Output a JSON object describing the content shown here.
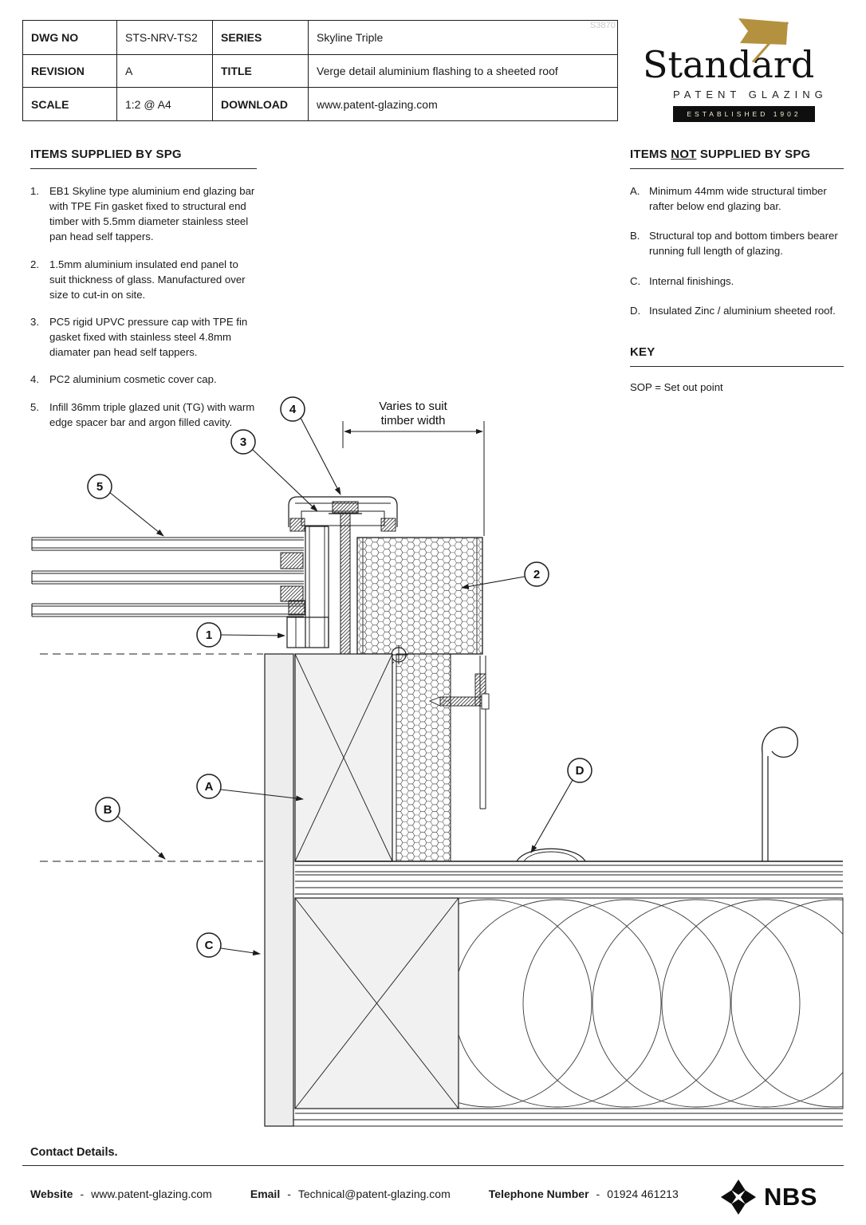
{
  "meta": {
    "sheet_code": "S3870"
  },
  "colors": {
    "brand_gold": "#b3913f",
    "line": "#1c1c1c"
  },
  "title_block": {
    "rows": [
      {
        "label1": "DWG NO",
        "value1": "STS-NRV-TS2",
        "label2": "SERIES",
        "value2": "Skyline Triple"
      },
      {
        "label1": "REVISION",
        "value1": "A",
        "label2": "TITLE",
        "value2": "Verge detail aluminium flashing to a sheeted roof"
      },
      {
        "label1": "SCALE",
        "value1": "1:2 @ A4",
        "label2": "DOWNLOAD",
        "value2": "www.patent-glazing.com"
      }
    ]
  },
  "logo": {
    "name": "Standard",
    "subtitle": "PATENT GLAZING",
    "established": "ESTABLISHED 1902"
  },
  "supplied": {
    "heading": "ITEMS SUPPLIED BY SPG",
    "items": [
      {
        "num": "1.",
        "text": "EB1 Skyline type aluminium end glazing bar with TPE Fin gasket fixed to structural end timber with 5.5mm diameter stainless steel pan head self tappers."
      },
      {
        "num": "2.",
        "text": "1.5mm aluminium insulated end panel to suit thickness of glass. Manufactured over size to cut-in on site."
      },
      {
        "num": "3.",
        "text": "PC5 rigid UPVC pressure cap with TPE fin gasket fixed with stainless steel 4.8mm diamater pan head self tappers."
      },
      {
        "num": "4.",
        "text": "PC2 aluminium cosmetic cover cap."
      },
      {
        "num": "5.",
        "text": "Infill 36mm triple glazed unit (TG) with warm edge spacer bar and argon filled cavity."
      }
    ]
  },
  "not_supplied": {
    "heading_pre": "ITEMS ",
    "heading_not": "NOT",
    "heading_post": " SUPPLIED BY SPG",
    "items": [
      {
        "num": "A.",
        "text": "Minimum 44mm wide structural timber rafter below end glazing bar."
      },
      {
        "num": "B.",
        "text": "Structural top and bottom timbers bearer running full length of glazing."
      },
      {
        "num": "C.",
        "text": "Internal finishings."
      },
      {
        "num": "D.",
        "text": "Insulated Zinc / aluminium sheeted roof."
      }
    ]
  },
  "key": {
    "heading": "KEY",
    "entry": "SOP = Set out point"
  },
  "drawing": {
    "dim_line1": "Varies to suit",
    "dim_line2": "timber width",
    "sop": "SOP",
    "callouts": [
      {
        "id": "4"
      },
      {
        "id": "3"
      },
      {
        "id": "5"
      },
      {
        "id": "2"
      },
      {
        "id": "1"
      },
      {
        "id": "A"
      },
      {
        "id": "B"
      },
      {
        "id": "D"
      },
      {
        "id": "C"
      }
    ]
  },
  "footer": {
    "heading": "Contact Details.",
    "dash": "-",
    "website_label": "Website",
    "website": "www.patent-glazing.com",
    "email_label": "Email",
    "email": "Technical@patent-glazing.com",
    "phone_label": "Telephone Number",
    "phone": "01924 461213",
    "nbs": "NBS"
  }
}
